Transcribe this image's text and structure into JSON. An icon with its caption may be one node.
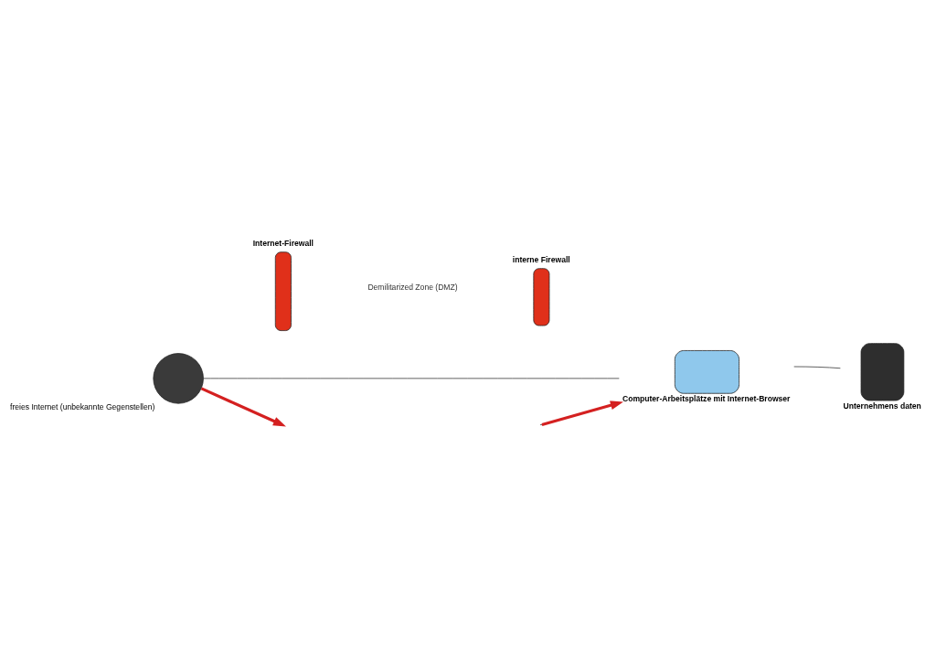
{
  "diagram": {
    "nodes": [
      {
        "text": [],
        "shape": "circle",
        "beside": [
          "freies Internet (unbekannte Gegenstellen)"
        ]
      },
      {
        "text": [
          "Internet-Firewall"
        ]
      },
      {
        "text": [
          "interne Firewall"
        ]
      },
      {
        "text": [],
        "shape": "box",
        "beside": [
          "Computer-Arbeitsplätze mit Internet-Browser"
        ]
      },
      {
        "text": [],
        "shape": "box",
        "beside": [
          "Unternehmens daten"
        ]
      }
    ],
    "edges": [
      {
        "from": 0,
        "to": 3,
        "arrow": "none"
      },
      {
        "from": 3,
        "to": 4,
        "arrow": "none"
      },
      {
        "from": 0,
        "to": null,
        "arrow": "to",
        "style": "thick",
        "color": "#d42020"
      },
      {
        "from": null,
        "to": 3,
        "arrow": "to",
        "style": "thick",
        "color": "#d42020"
      }
    ],
    "labels": [
      "Demilitarized Zone (DMZ)"
    ]
  }
}
